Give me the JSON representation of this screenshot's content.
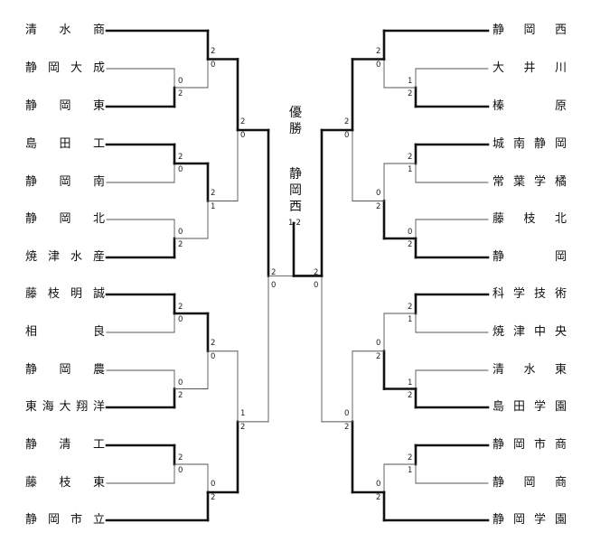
{
  "left_teams": [
    "清水商",
    "静岡大成",
    "静岡東",
    "島田工",
    "静岡南",
    "静岡北",
    "焼津水産",
    "藤枝明誠",
    "相良",
    "静岡農",
    "東海大翔洋",
    "静清工",
    "藤枝東",
    "静岡市立"
  ],
  "right_teams": [
    "静岡西",
    "大井川",
    "榛原",
    "城南静岡",
    "常葉学橘",
    "藤枝北",
    "静岡",
    "科学技術",
    "焼津中央",
    "清水東",
    "島田学園",
    "静岡市商",
    "静岡商",
    "静岡学園"
  ],
  "left_r1_scores": [
    {
      "a": "0",
      "b": "2"
    },
    {
      "a": "2",
      "b": "0"
    },
    {
      "a": "0",
      "b": "2"
    },
    {
      "a": "2",
      "b": "0"
    },
    {
      "a": "0",
      "b": "2"
    },
    {
      "a": "2",
      "b": "0"
    },
    {
      "a": "0",
      "b": "2"
    }
  ],
  "left_r2_scores": [
    {
      "a": "2",
      "b": "0"
    },
    {
      "a": "2",
      "b": "1"
    },
    {
      "a": "2",
      "b": "0"
    },
    {
      "a": "0",
      "b": "2"
    }
  ],
  "left_r3_scores": [
    {
      "a": "2",
      "b": "0"
    },
    {
      "a": "1",
      "b": "2"
    }
  ],
  "left_r4_score": {
    "a": "2",
    "b": "0"
  },
  "right_r1_scores": [
    {
      "a": "1",
      "b": "2"
    },
    {
      "a": "2",
      "b": "1"
    },
    {
      "a": "0",
      "b": "2"
    },
    {
      "a": "2",
      "b": "1"
    },
    {
      "a": "1",
      "b": "2"
    },
    {
      "a": "2",
      "b": "1"
    },
    {
      "a": "0",
      "b": "2"
    }
  ],
  "right_r2_scores": [
    {
      "a": "2",
      "b": "0"
    },
    {
      "a": "0",
      "b": "2"
    },
    {
      "a": "0",
      "b": "2"
    },
    {
      "a": "0",
      "b": "2"
    }
  ],
  "right_r3_scores": [
    {
      "a": "2",
      "b": "0"
    },
    {
      "a": "0",
      "b": "2"
    }
  ],
  "right_r4_score": {
    "a": "2",
    "b": "0"
  },
  "champion": {
    "label": "優勝",
    "team": "静岡西",
    "score": "1-2"
  }
}
